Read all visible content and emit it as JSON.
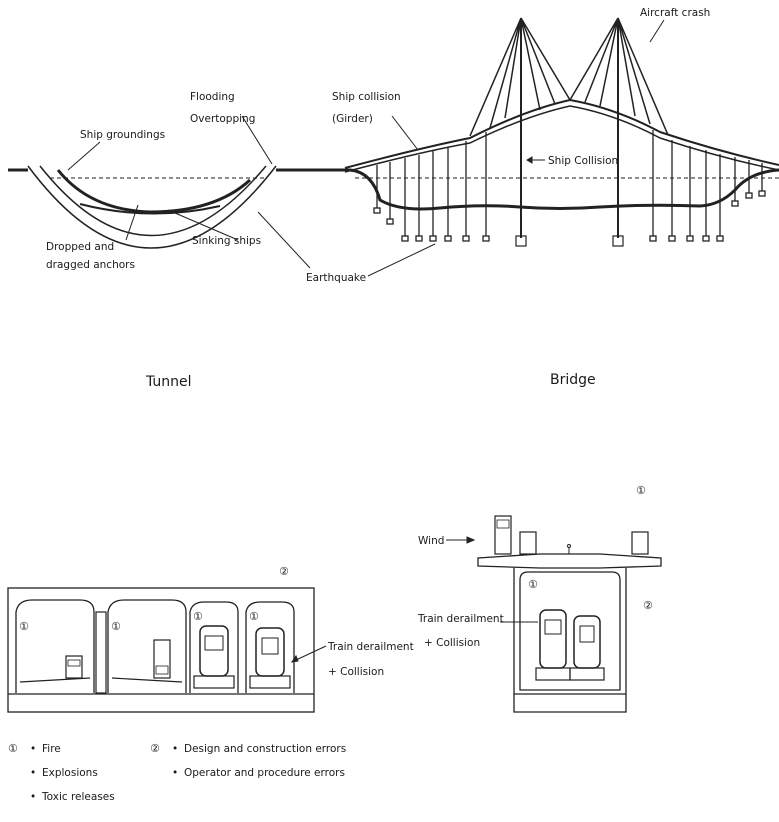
{
  "overview": {
    "labels": {
      "aircraft_crash": "Aircraft crash",
      "flooding": "Flooding",
      "overtopping": "Overtopping",
      "ship_groundings": "Ship groundings",
      "ship_collision_girder_1": "Ship collision",
      "ship_collision_girder_2": "(Girder)",
      "ship_collision": "Ship Collision",
      "dropped_anchors_1": "Dropped and",
      "dropped_anchors_2": "dragged anchors",
      "sinking_ships": "Sinking ships",
      "earthquake": "Earthquake"
    },
    "captions": {
      "tunnel": "Tunnel",
      "bridge": "Bridge"
    }
  },
  "tunnel_section": {
    "marker_1": "①",
    "marker_2": "②",
    "train_label_1": "Train derailment",
    "train_label_2": "+ Collision"
  },
  "bridge_section": {
    "marker_1": "①",
    "marker_2": "②",
    "wind": "Wind",
    "train_label_1": "Train derailment",
    "train_label_2": "+ Collision"
  },
  "legend": {
    "group_1": {
      "marker": "①",
      "items": [
        "Fire",
        "Explosions",
        "Toxic releases"
      ]
    },
    "group_2": {
      "marker": "②",
      "items": [
        "Design and construction errors",
        "Operator and procedure errors"
      ]
    }
  }
}
